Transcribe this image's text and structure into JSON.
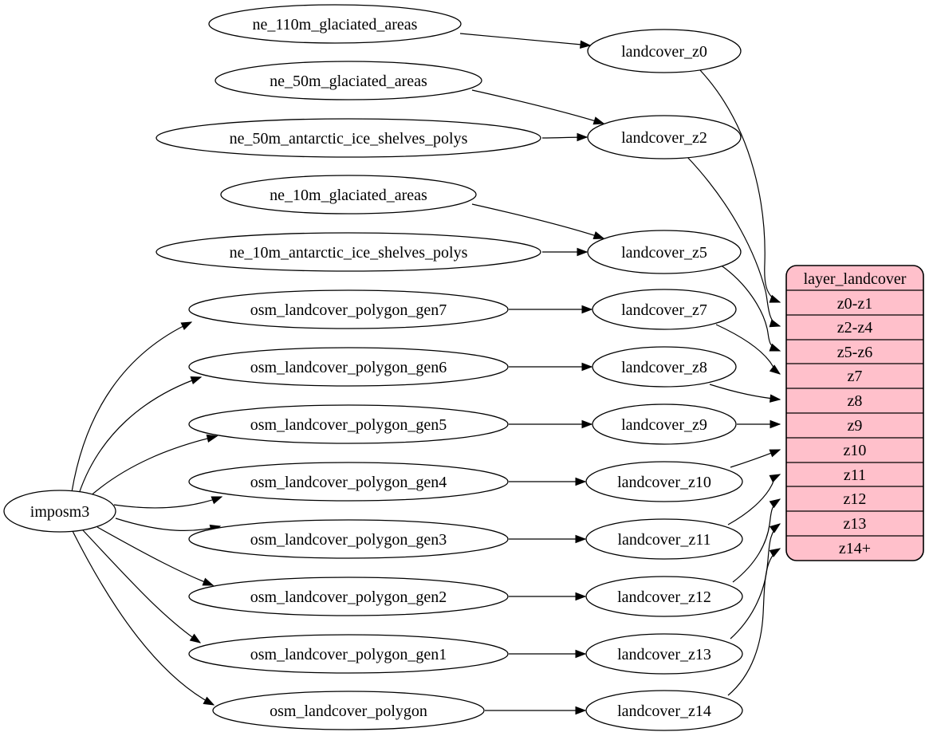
{
  "nodes": {
    "importer": {
      "label": "imposm3"
    },
    "sources": [
      {
        "label": "ne_110m_glaciated_areas"
      },
      {
        "label": "ne_50m_glaciated_areas"
      },
      {
        "label": "ne_50m_antarctic_ice_shelves_polys"
      },
      {
        "label": "ne_10m_glaciated_areas"
      },
      {
        "label": "ne_10m_antarctic_ice_shelves_polys"
      },
      {
        "label": "osm_landcover_polygon_gen7"
      },
      {
        "label": "osm_landcover_polygon_gen6"
      },
      {
        "label": "osm_landcover_polygon_gen5"
      },
      {
        "label": "osm_landcover_polygon_gen4"
      },
      {
        "label": "osm_landcover_polygon_gen3"
      },
      {
        "label": "osm_landcover_polygon_gen2"
      },
      {
        "label": "osm_landcover_polygon_gen1"
      },
      {
        "label": "osm_landcover_polygon"
      }
    ],
    "stages": [
      {
        "label": "landcover_z0"
      },
      {
        "label": "landcover_z2"
      },
      {
        "label": "landcover_z5"
      },
      {
        "label": "landcover_z7"
      },
      {
        "label": "landcover_z8"
      },
      {
        "label": "landcover_z9"
      },
      {
        "label": "landcover_z10"
      },
      {
        "label": "landcover_z11"
      },
      {
        "label": "landcover_z12"
      },
      {
        "label": "landcover_z13"
      },
      {
        "label": "landcover_z14"
      }
    ],
    "record": {
      "title": "layer_landcover",
      "rows": [
        "z0-z1",
        "z2-z4",
        "z5-z6",
        "z7",
        "z8",
        "z9",
        "z10",
        "z11",
        "z12",
        "z13",
        "z14+"
      ]
    }
  },
  "edges": [
    {
      "from": "imposm3",
      "to": "osm_landcover_polygon_gen7"
    },
    {
      "from": "imposm3",
      "to": "osm_landcover_polygon_gen6"
    },
    {
      "from": "imposm3",
      "to": "osm_landcover_polygon_gen5"
    },
    {
      "from": "imposm3",
      "to": "osm_landcover_polygon_gen4"
    },
    {
      "from": "imposm3",
      "to": "osm_landcover_polygon_gen3"
    },
    {
      "from": "imposm3",
      "to": "osm_landcover_polygon_gen2"
    },
    {
      "from": "imposm3",
      "to": "osm_landcover_polygon_gen1"
    },
    {
      "from": "imposm3",
      "to": "osm_landcover_polygon"
    },
    {
      "from": "ne_110m_glaciated_areas",
      "to": "landcover_z0"
    },
    {
      "from": "ne_50m_glaciated_areas",
      "to": "landcover_z2"
    },
    {
      "from": "ne_50m_antarctic_ice_shelves_polys",
      "to": "landcover_z2"
    },
    {
      "from": "ne_10m_glaciated_areas",
      "to": "landcover_z5"
    },
    {
      "from": "ne_10m_antarctic_ice_shelves_polys",
      "to": "landcover_z5"
    },
    {
      "from": "osm_landcover_polygon_gen7",
      "to": "landcover_z7"
    },
    {
      "from": "osm_landcover_polygon_gen6",
      "to": "landcover_z8"
    },
    {
      "from": "osm_landcover_polygon_gen5",
      "to": "landcover_z9"
    },
    {
      "from": "osm_landcover_polygon_gen4",
      "to": "landcover_z10"
    },
    {
      "from": "osm_landcover_polygon_gen3",
      "to": "landcover_z11"
    },
    {
      "from": "osm_landcover_polygon_gen2",
      "to": "landcover_z12"
    },
    {
      "from": "osm_landcover_polygon_gen1",
      "to": "landcover_z13"
    },
    {
      "from": "osm_landcover_polygon",
      "to": "landcover_z14"
    },
    {
      "from": "landcover_z0",
      "to": "layer_landcover.z0-z1"
    },
    {
      "from": "landcover_z2",
      "to": "layer_landcover.z2-z4"
    },
    {
      "from": "landcover_z5",
      "to": "layer_landcover.z5-z6"
    },
    {
      "from": "landcover_z7",
      "to": "layer_landcover.z7"
    },
    {
      "from": "landcover_z8",
      "to": "layer_landcover.z8"
    },
    {
      "from": "landcover_z9",
      "to": "layer_landcover.z9"
    },
    {
      "from": "landcover_z10",
      "to": "layer_landcover.z10"
    },
    {
      "from": "landcover_z11",
      "to": "layer_landcover.z11"
    },
    {
      "from": "landcover_z12",
      "to": "layer_landcover.z12"
    },
    {
      "from": "landcover_z13",
      "to": "layer_landcover.z13"
    },
    {
      "from": "landcover_z14",
      "to": "layer_landcover.z14+"
    }
  ],
  "colors": {
    "record_fill": "#ffc0cb",
    "node_fill": "#ffffff",
    "edge_stroke": "#000000",
    "background": "#ffffff"
  }
}
